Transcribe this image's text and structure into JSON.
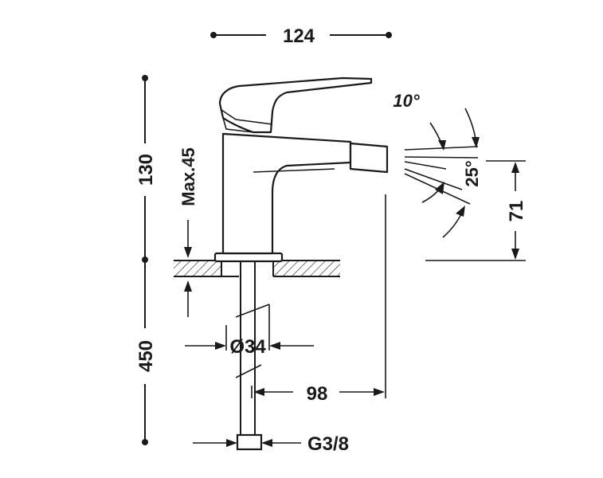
{
  "dimensions": {
    "width_top": "124",
    "height_total": "130",
    "max_deck": "Max.45",
    "supply_length": "450",
    "outlet_height": "71",
    "reach": "98",
    "base_diameter": "Ø34",
    "connection": "G3/8",
    "angle_up": "10°",
    "angle_down": "25°"
  }
}
